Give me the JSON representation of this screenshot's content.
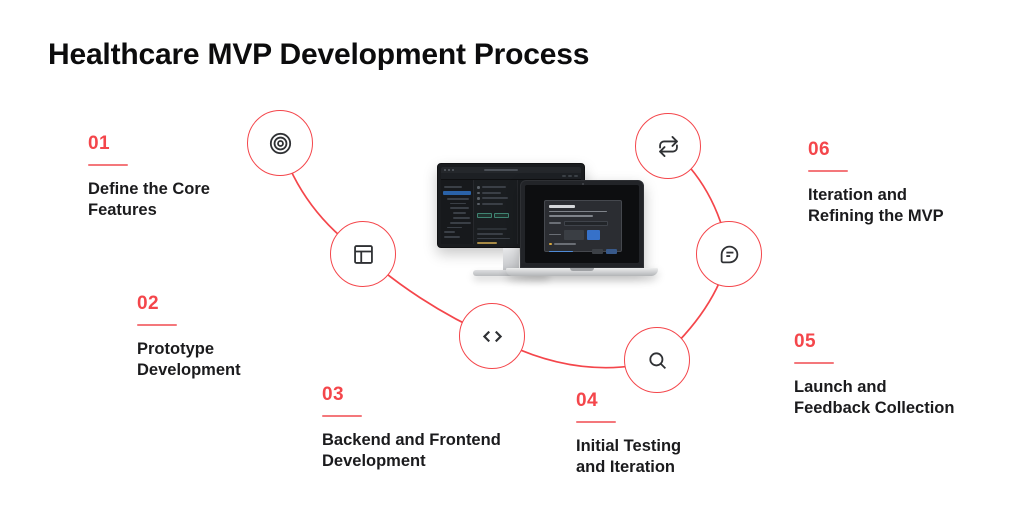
{
  "title": "Healthcare MVP Development Process",
  "colors": {
    "accent_red": "#F4464B",
    "text_dark": "#1B1B1D",
    "background": "#FFFFFF"
  },
  "steps": [
    {
      "number": "01",
      "line1": "Define the Core",
      "line2": "Features",
      "icon": "goal-target-icon"
    },
    {
      "number": "02",
      "line1": "Prototype",
      "line2": "Development",
      "icon": "wireframe-layout-icon"
    },
    {
      "number": "03",
      "line1": "Backend and Frontend",
      "line2": "Development",
      "icon": "code-brackets-icon"
    },
    {
      "number": "04",
      "line1": "Initial Testing",
      "line2": "and Iteration",
      "icon": "search-icon"
    },
    {
      "number": "05",
      "line1": "Launch and",
      "line2": "Feedback Collection",
      "icon": "feedback-chat-icon"
    },
    {
      "number": "06",
      "line1": "Iteration and",
      "line2": "Refining the MVP",
      "icon": "repeat-arrows-icon"
    }
  ],
  "illustration": {
    "parts": [
      "desktop-monitor-dark-ide-screen",
      "laptop-dark-screen-with-dialog"
    ]
  }
}
